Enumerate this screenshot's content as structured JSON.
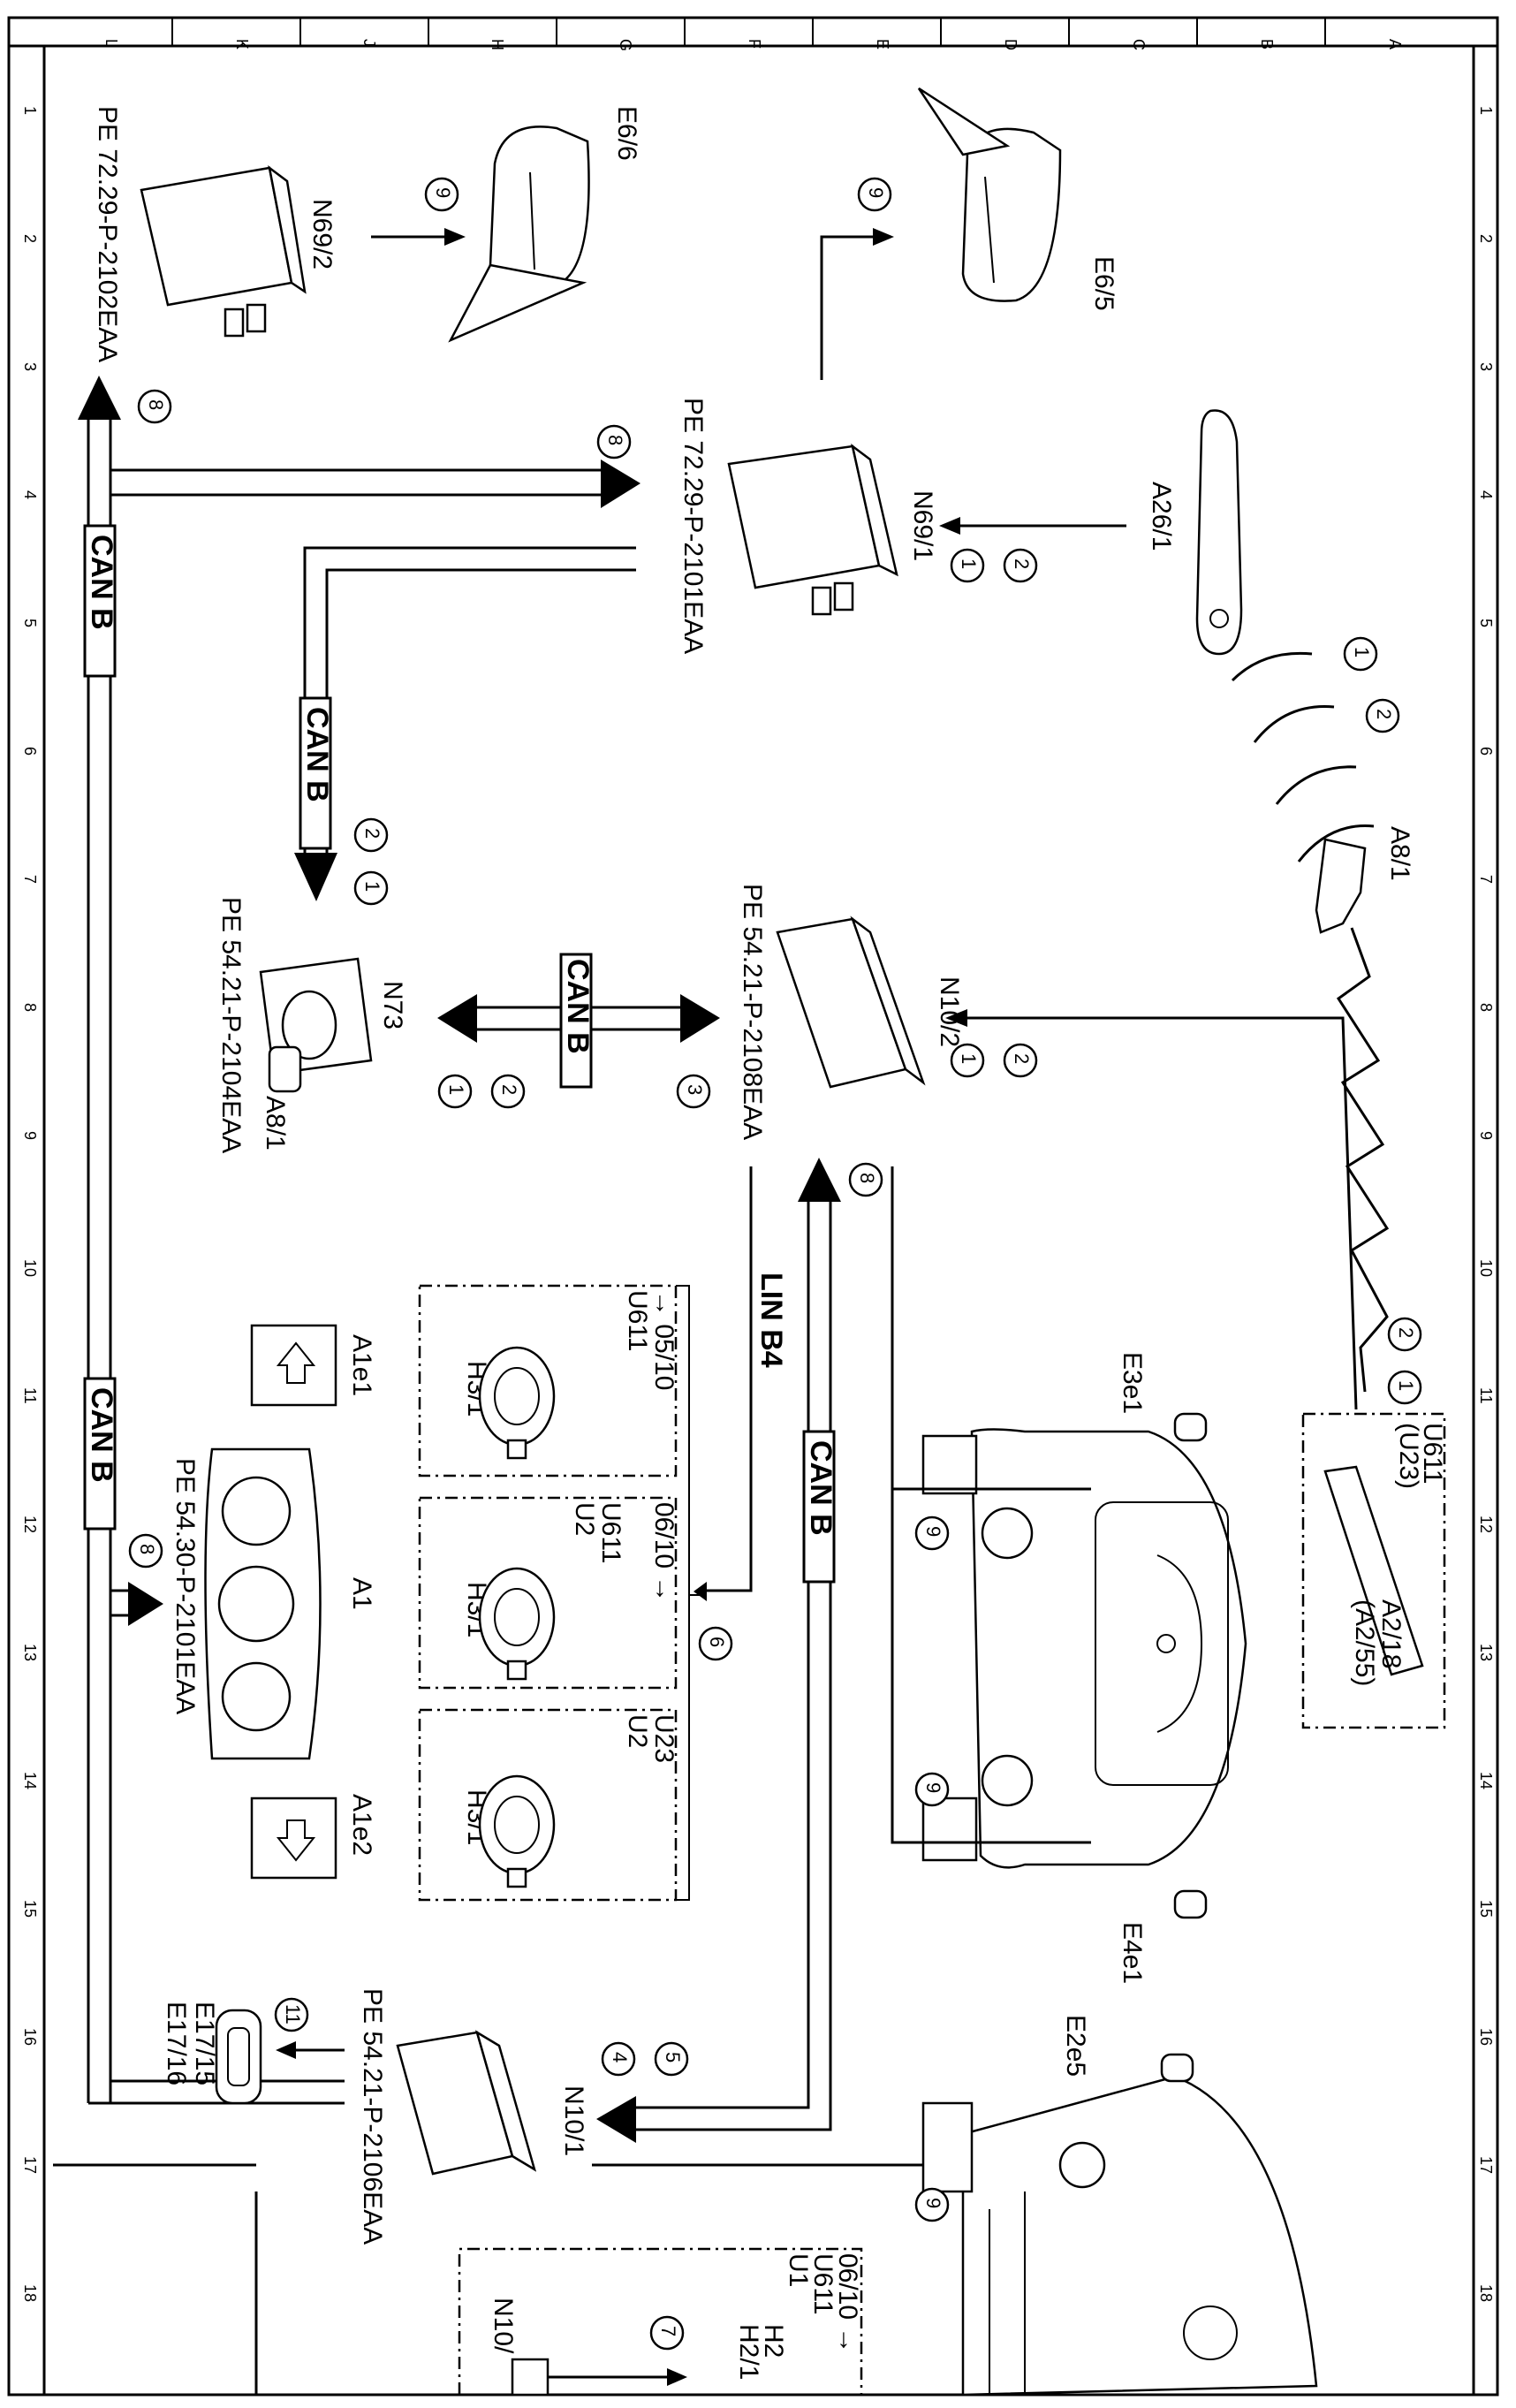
{
  "grid": {
    "top_letters": [
      "L",
      "K",
      "J",
      "H",
      "G",
      "F",
      "E",
      "D",
      "C",
      "B",
      "A"
    ],
    "side_numbers": [
      "1",
      "2",
      "3",
      "4",
      "5",
      "6",
      "7",
      "8",
      "9",
      "10",
      "11",
      "12",
      "13",
      "14",
      "15",
      "16",
      "17",
      "18"
    ]
  },
  "bus_labels": {
    "can_b_left_upper": "CAN B",
    "can_b_left_lower": "CAN B",
    "can_b_mid": "CAN B",
    "can_b_center": "CAN B",
    "can_b_lower_mid": "CAN B",
    "lin_b4": "LIN B4"
  },
  "components": {
    "e6_6": "E6/6",
    "n69_2": "N69/2",
    "n69_2_ref": "PE 72.29-P-2102EAA",
    "e6_5": "E6/5",
    "n69_1": "N69/1",
    "n69_1_ref": "PE 72.29-P-2101EAA",
    "a26_1": "A26/1",
    "a8_1_key": "A8/1",
    "n73": "N73",
    "n73_key": "A8/1",
    "n73_ref": "PE 54.21-P-2104EAA",
    "n10_2": "N10/2",
    "n10_2_ref": "PE 54.21-P-2108EAA",
    "box1_title": "U611",
    "box1_date": "→ 05/10",
    "box1_lamp": "H3/1",
    "box2_title": "U611",
    "box2_sub": "U2",
    "box2_date": "06/10 →",
    "box2_lamp": "H3/1",
    "box3_title": "U23",
    "box3_sub": "U2",
    "box3_lamp": "H3/1",
    "ale1": "A1e1",
    "a1": "A1",
    "a1_ref": "PE 54.30-P-2101EAA",
    "ale2": "A1e2",
    "e3e1": "E3e1",
    "e4e1": "E4e1",
    "u611_box_title": "U611",
    "u611_box_u23": "(U23)",
    "a2_18": "A2/18",
    "a2_55": "(A2/55)",
    "e2e5": "E2e5",
    "e17_15": "E17/15",
    "e17_16": "E17/16",
    "n10_1": "N10/1",
    "n10_1_ref": "PE 54.21-P-2106EAA",
    "bottom_date": "06/10 →",
    "bottom_u611": "U611",
    "bottom_u1": "U1",
    "bottom_h2": "H2",
    "bottom_h2_1": "H2/1",
    "bottom_n10": "N10/"
  },
  "callouts": [
    "1",
    "2",
    "3",
    "4",
    "5",
    "6",
    "7",
    "8",
    "9",
    "11"
  ]
}
